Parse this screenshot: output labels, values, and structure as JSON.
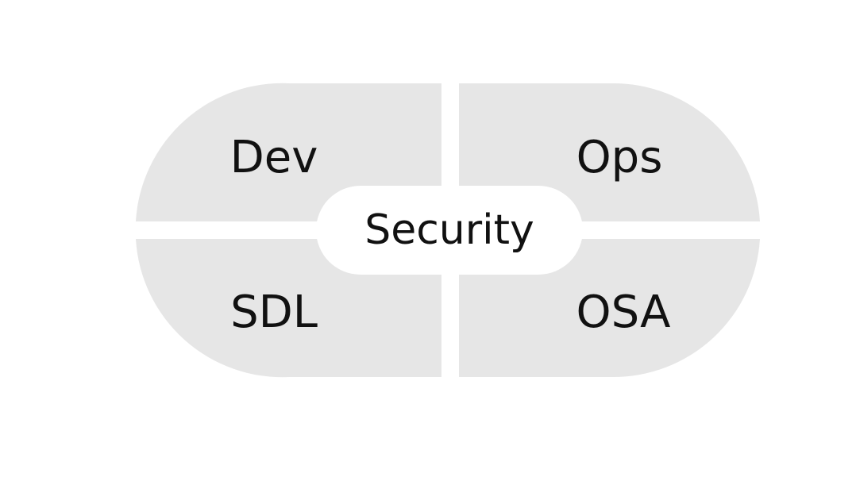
{
  "colors": {
    "background": "#ffffff",
    "segment_fill": "#e6e6e6",
    "center_fill": "#ffffff",
    "text": "#111111"
  },
  "quadrants": {
    "top_left": "Dev",
    "top_right": "Ops",
    "bottom_left": "SDL",
    "bottom_right": "OSA"
  },
  "center": {
    "label": "Security"
  }
}
